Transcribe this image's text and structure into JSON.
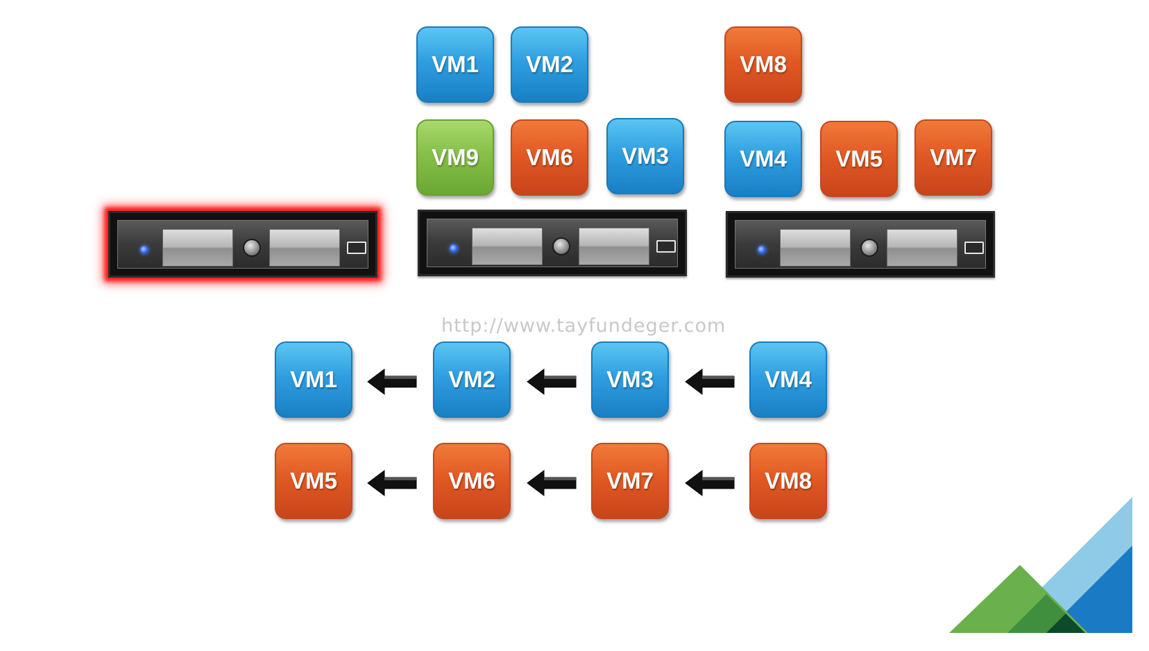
{
  "hosts": [
    {
      "vms_top": [],
      "vms_bottom": []
    },
    {
      "vms_top": [
        "VM1",
        "VM2"
      ],
      "vms_bottom": [
        "VM9",
        "VM6",
        "VM3"
      ]
    },
    {
      "vms_top": [
        "VM8"
      ],
      "vms_bottom": [
        "VM4",
        "VM5",
        "VM7"
      ]
    }
  ],
  "restart_order": {
    "row1": [
      "VM1",
      "VM2",
      "VM3",
      "VM4"
    ],
    "row2": [
      "VM5",
      "VM6",
      "VM7",
      "VM8"
    ]
  },
  "watermark": "http://www.tayfundeger.com",
  "colors": {
    "blue": "#2f9fe0",
    "orange": "#e15a24",
    "green": "#86c04a",
    "failed_glow": "#ff1a1a"
  }
}
